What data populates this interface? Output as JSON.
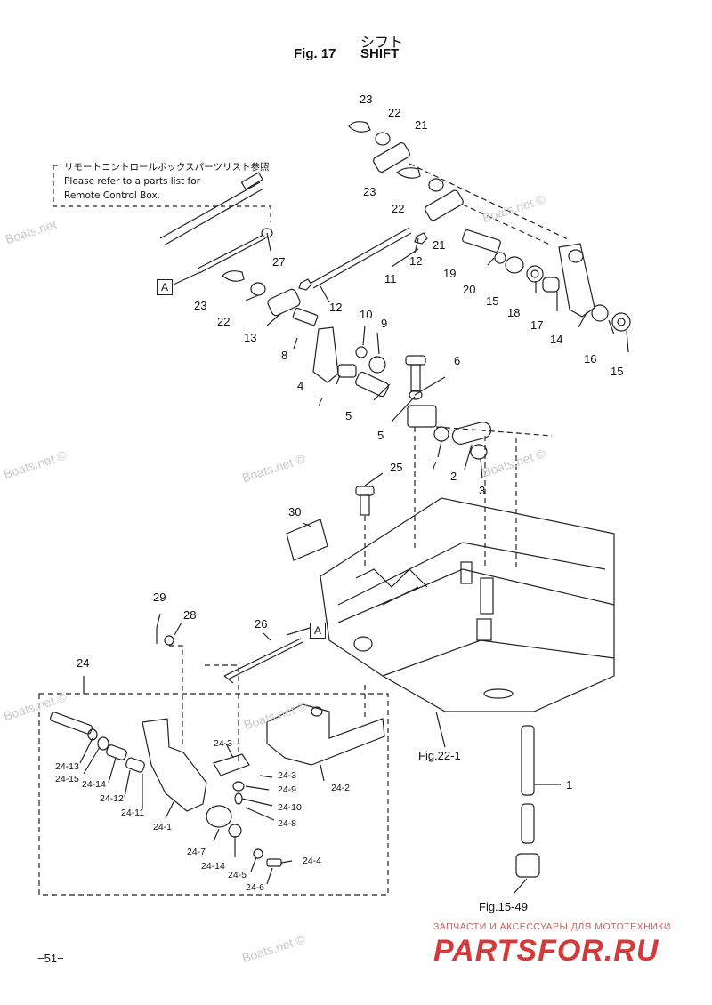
{
  "title": {
    "japanese": "シフト",
    "figure": "Fig. 17",
    "name": "SHIFT"
  },
  "note": {
    "japanese": "リモートコントロールボックスパーツリスト参照",
    "line1": "Please refer to a parts list for",
    "line2": "Remote Control Box."
  },
  "references": {
    "a_marker": "A",
    "fig_22": "Fig.22-1",
    "fig_15": "Fig.15-49"
  },
  "part_numbers": {
    "p1": "1",
    "p2": "2",
    "p3": "3",
    "p4": "4",
    "p5a": "5",
    "p5b": "5",
    "p6": "6",
    "p7a": "7",
    "p7b": "7",
    "p8": "8",
    "p9": "9",
    "p10": "10",
    "p11": "11",
    "p12a": "12",
    "p12b": "12",
    "p13": "13",
    "p14": "14",
    "p15a": "15",
    "p15b": "15",
    "p16": "16",
    "p17": "17",
    "p18": "18",
    "p19": "19",
    "p20": "20",
    "p21a": "21",
    "p21b": "21",
    "p22a": "22",
    "p22b": "22",
    "p22c": "22",
    "p23a": "23",
    "p23b": "23",
    "p23c": "23",
    "p24": "24",
    "p25": "25",
    "p26": "26",
    "p27": "27",
    "p28": "28",
    "p29": "29",
    "p30": "30",
    "s24_1": "24-1",
    "s24_2": "24-2",
    "s24_3a": "24-3",
    "s24_3b": "24-3",
    "s24_4": "24-4",
    "s24_5": "24-5",
    "s24_6": "24-6",
    "s24_7": "24-7",
    "s24_8": "24-8",
    "s24_9": "24-9",
    "s24_10": "24-10",
    "s24_11": "24-11",
    "s24_12": "24-12",
    "s24_13": "24-13",
    "s24_14a": "24-14",
    "s24_14b": "24-14",
    "s24_15": "24-15"
  },
  "watermarks": {
    "w1": "Boats.net",
    "w2": "Boats.net ©",
    "w3": "Boats.net ©",
    "w4": "Boats.net ©",
    "w5": "Boats.net ©",
    "w6": "Boats.net ©",
    "w7": "Boats.net ©",
    "w8": "Boats.net ©"
  },
  "footer": {
    "page": "−51−",
    "brand_tagline": "ЗАПЧАСТИ И АКСЕССУАРЫ ДЛЯ МОТОТЕХНИКИ",
    "brand_logo": "PARTSFOR.RU"
  },
  "colors": {
    "ink": "#111111",
    "watermark": "#c9c9c9",
    "brand_red": "#d43a3a"
  }
}
